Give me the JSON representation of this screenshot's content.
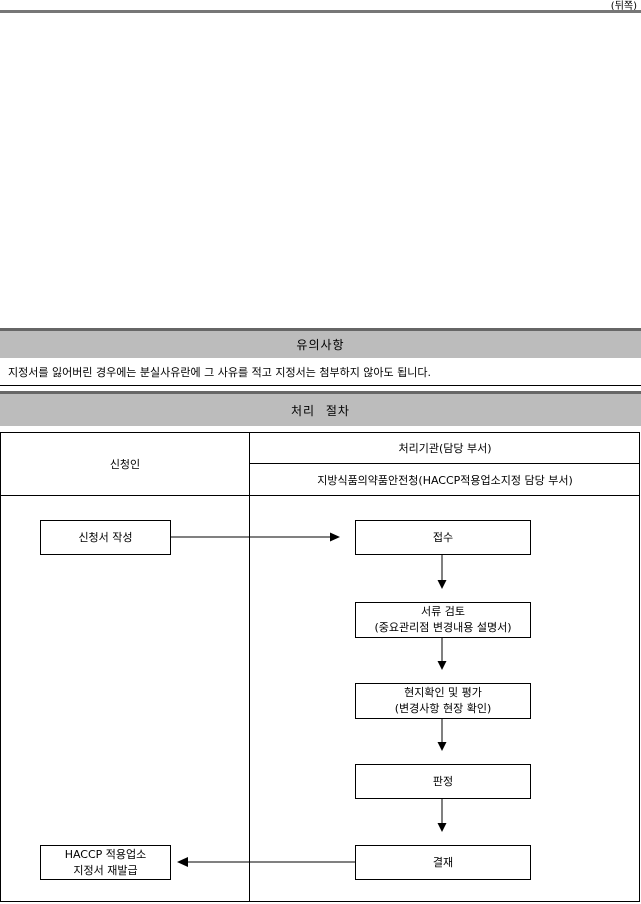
{
  "corner_label": "(뒤쪽)",
  "notice": {
    "title": "유의사항",
    "text": "지정서를 잃어버린 경우에는 분실사유란에 그 사유를 적고 지정서는 첨부하지 않아도 됩니다."
  },
  "process": {
    "title": "처리 절차",
    "applicant_header": "신청인",
    "agency_header": "처리기관(담당 부서)",
    "agency_name": "지방식품의약품안전청(HACCP적용업소지정 담당 부서)",
    "applicant_steps": {
      "write": "신청서 작성",
      "reissue_line1": "HACCP 적용업소",
      "reissue_line2": "지정서 재발급"
    },
    "agency_steps": {
      "receive": "접수",
      "review_line1": "서류 검토",
      "review_line2": "(중요관리점 변경내용 설명서)",
      "inspect_line1": "현지확인 및 평가",
      "inspect_line2": "(변경사항 현장 확인)",
      "judge": "판정",
      "approve": "결재"
    }
  }
}
